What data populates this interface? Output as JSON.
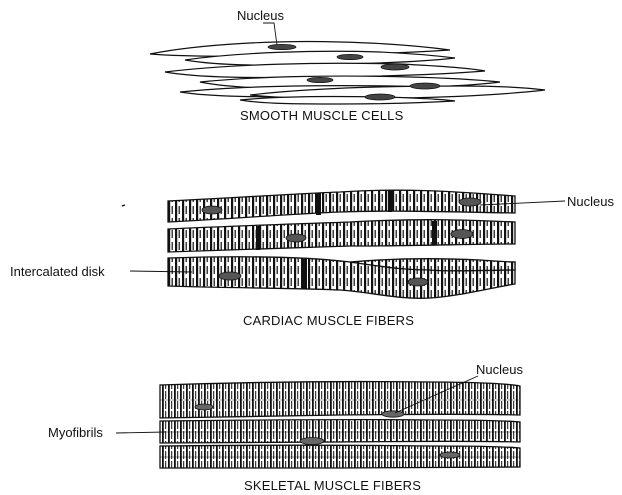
{
  "colors": {
    "ink": "#111111",
    "paper": "#ffffff"
  },
  "smooth": {
    "nucleus_label": "Nucleus",
    "caption": "SMOOTH MUSCLE CELLS"
  },
  "cardiac": {
    "nucleus_label": "Nucleus",
    "disk_label": "Intercalated disk",
    "caption": "CARDIAC MUSCLE FIBERS"
  },
  "skeletal": {
    "nucleus_label": "Nucleus",
    "myofibrils_label": "Myofibrils",
    "caption": "SKELETAL MUSCLE FIBERS"
  }
}
